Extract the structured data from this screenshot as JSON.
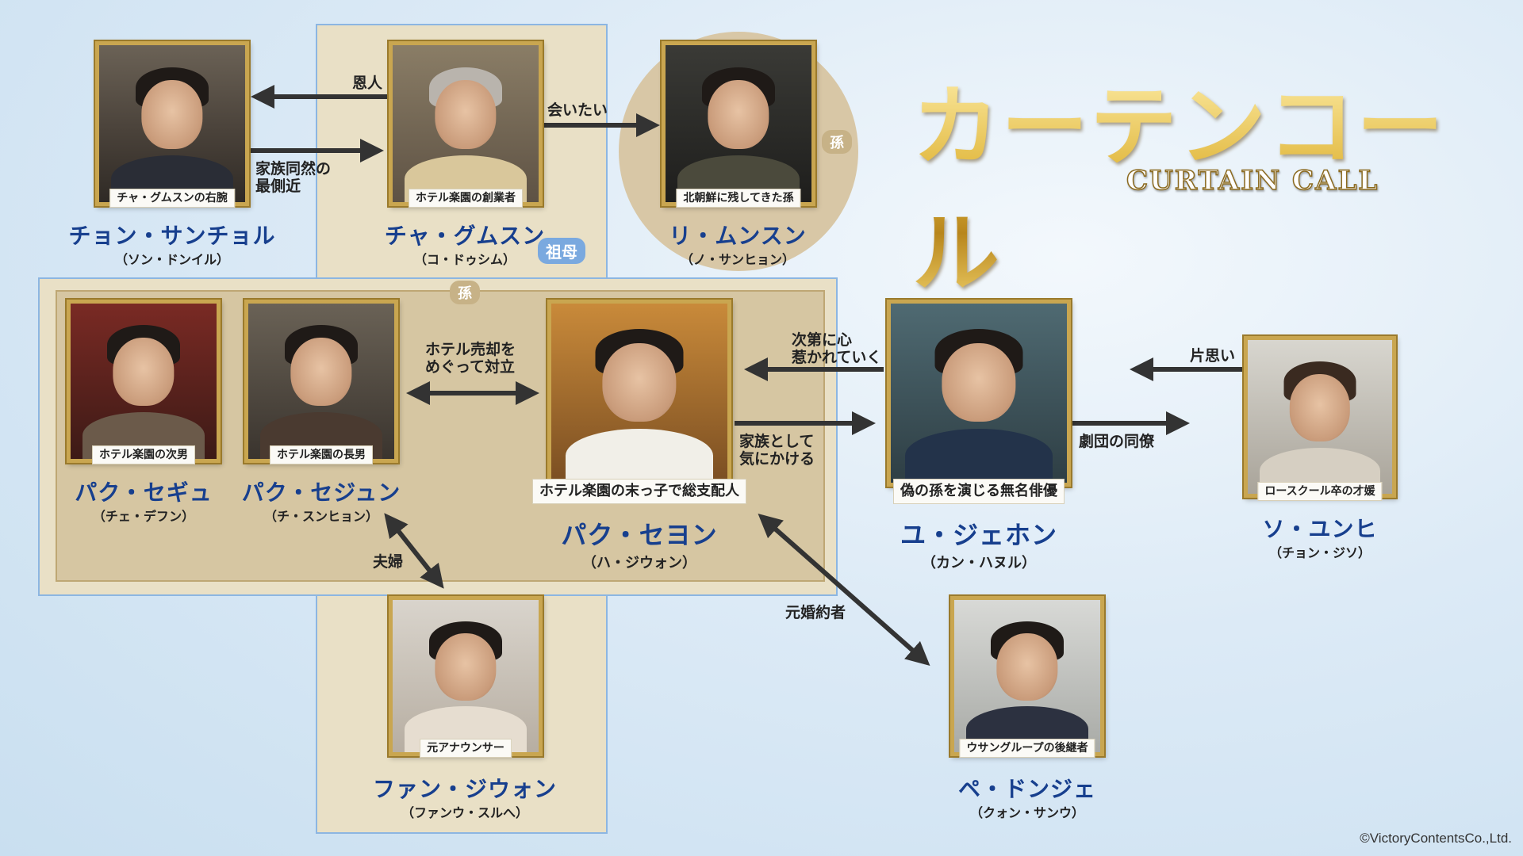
{
  "title": {
    "jp": "カーテンコール",
    "en": "CURTAIN CALL"
  },
  "tags": {
    "grandmother": "祖母",
    "grandchildren": "孫",
    "grandson": "孫"
  },
  "characters": [
    {
      "id": "jeong",
      "caption": "チャ・グムスンの右腕",
      "name": "チョン・サンチョル",
      "actor": "（ソン・ドンイル）"
    },
    {
      "id": "cha",
      "caption": "ホテル楽園の創業者",
      "name": "チャ・グムスン",
      "actor": "（コ・ドゥシム）"
    },
    {
      "id": "ri",
      "caption": "北朝鮮に残してきた孫",
      "name": "リ・ムンスン",
      "actor": "（ノ・サンヒョン）"
    },
    {
      "id": "segyu",
      "caption": "ホテル楽園の次男",
      "name": "パク・セギュ",
      "actor": "（チェ・デフン）"
    },
    {
      "id": "sejun",
      "caption": "ホテル楽園の長男",
      "name": "パク・セジュン",
      "actor": "（チ・スンヒョン）"
    },
    {
      "id": "seyeon",
      "caption": "ホテル楽園の末っ子で総支配人",
      "name": "パク・セヨン",
      "actor": "（ハ・ジウォン）"
    },
    {
      "id": "yu",
      "caption": "偽の孫を演じる無名俳優",
      "name": "ユ・ジェホン",
      "actor": "（カン・ハヌル）"
    },
    {
      "id": "so",
      "caption": "ロースクール卒の才媛",
      "name": "ソ・ユンヒ",
      "actor": "（チョン・ジソ）"
    },
    {
      "id": "hwang",
      "caption": "元アナウンサー",
      "name": "ファン・ジウォン",
      "actor": "（ファンウ・スルへ）"
    },
    {
      "id": "bae",
      "caption": "ウサングループの後継者",
      "name": "ペ・ドンジェ",
      "actor": "（クォン・サンウ）"
    }
  ],
  "relations": {
    "onjin": "恩人",
    "kazoku_dozen": "家族同然の\n最側近",
    "aitai": "会いたい",
    "hotel_baikyaku": "ホテル売却を\nめぐって対立",
    "shidai": "次第に心\n惹かれていく",
    "kazoku_kinikakeru": "家族として\n気にかける",
    "kataomoi": "片思い",
    "gekidan": "劇団の同僚",
    "fufu": "夫婦",
    "motokonyaku": "元婚約者"
  },
  "copyright": "©VictoryContentsCo.,Ltd."
}
